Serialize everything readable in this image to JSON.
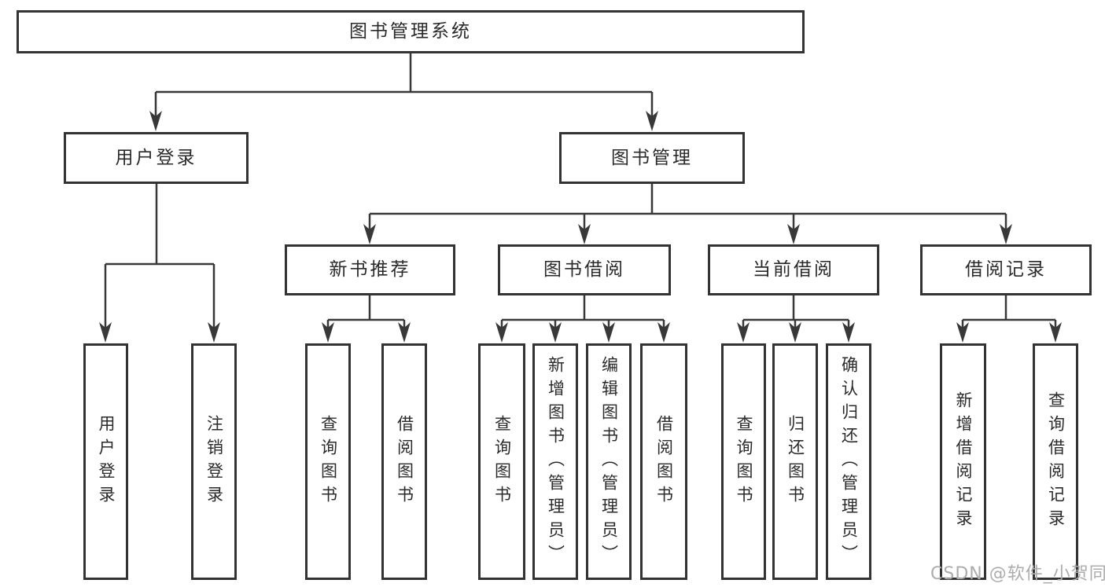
{
  "colors": {
    "line": "#383838",
    "box_border": "#333333",
    "text": "#2a2a2a",
    "background": "#ffffff",
    "watermark": "#acacac"
  },
  "watermark": {
    "text": "CSDN @软件_小贺同学"
  },
  "tree": {
    "label": "图书管理系统",
    "children": [
      {
        "label": "用户登录",
        "children": [
          {
            "label": "用户登录"
          },
          {
            "label": "注销登录"
          }
        ]
      },
      {
        "label": "图书管理",
        "children": [
          {
            "label": "新书推荐",
            "children": [
              {
                "label": "查询图书"
              },
              {
                "label": "借阅图书"
              }
            ]
          },
          {
            "label": "图书借阅",
            "children": [
              {
                "label": "查询图书"
              },
              {
                "label": "新增图书（管理员）"
              },
              {
                "label": "编辑图书（管理员）"
              },
              {
                "label": "借阅图书"
              }
            ]
          },
          {
            "label": "当前借阅",
            "children": [
              {
                "label": "查询图书"
              },
              {
                "label": "归还图书"
              },
              {
                "label": "确认归还（管理员）"
              }
            ]
          },
          {
            "label": "借阅记录",
            "children": [
              {
                "label": "新增借阅记录"
              },
              {
                "label": "查询借阅记录"
              }
            ]
          }
        ]
      }
    ]
  }
}
